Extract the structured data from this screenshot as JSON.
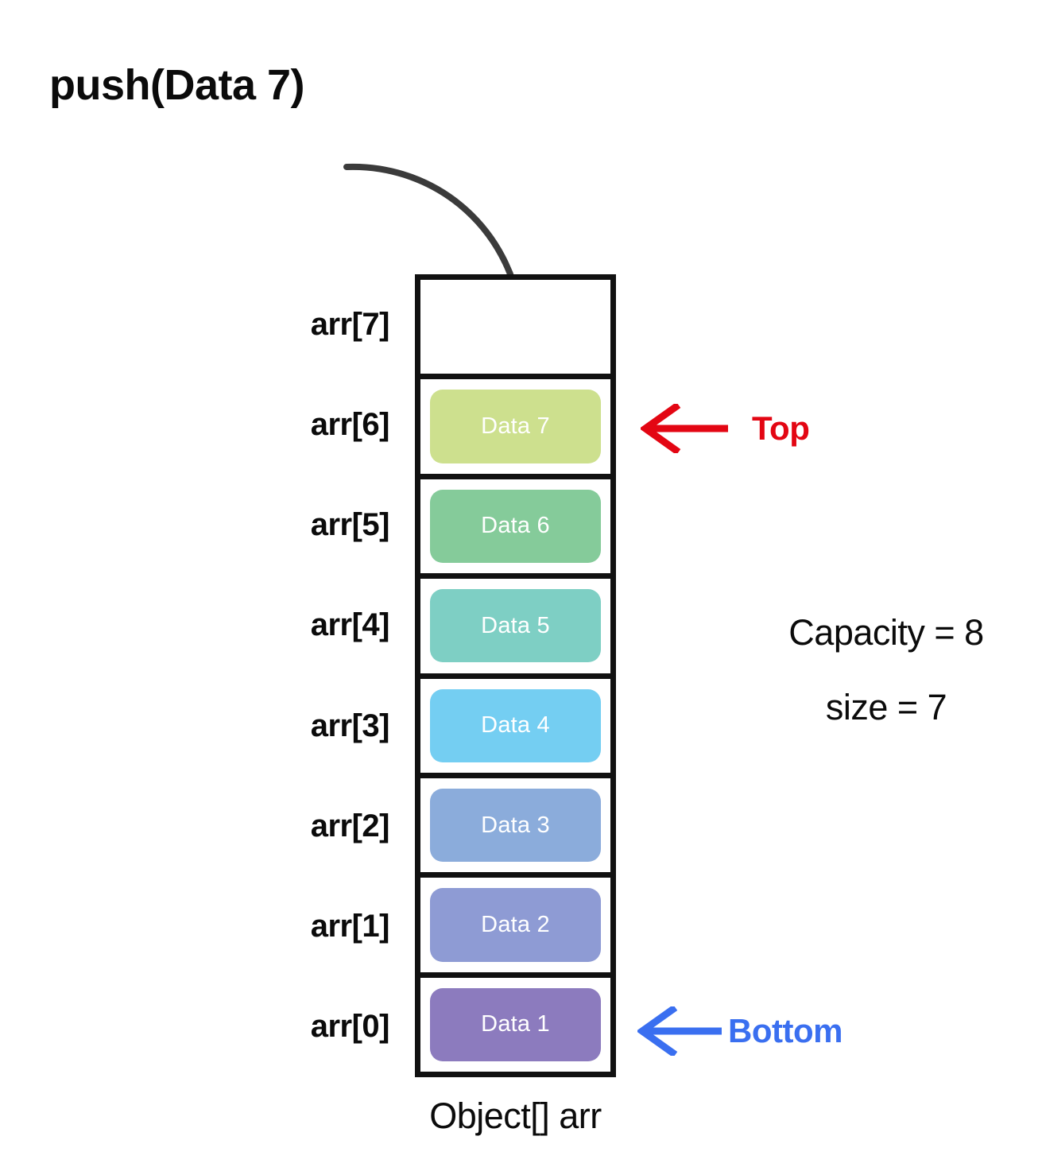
{
  "title": "push(Data 7)",
  "array": {
    "caption": "Object[] arr",
    "border_color": "#111111",
    "cells": [
      {
        "index_label": "arr[7]",
        "value": "",
        "color": "",
        "empty": true
      },
      {
        "index_label": "arr[6]",
        "value": "Data 7",
        "color": "#CDE08E",
        "empty": false
      },
      {
        "index_label": "arr[5]",
        "value": "Data 6",
        "color": "#85CB9A",
        "empty": false
      },
      {
        "index_label": "arr[4]",
        "value": "Data 5",
        "color": "#7ECFC4",
        "empty": false
      },
      {
        "index_label": "arr[3]",
        "value": "Data 4",
        "color": "#74CEF2",
        "empty": false
      },
      {
        "index_label": "arr[2]",
        "value": "Data 3",
        "color": "#8BACDB",
        "empty": false
      },
      {
        "index_label": "arr[1]",
        "value": "Data 2",
        "color": "#8E9BD4",
        "empty": false
      },
      {
        "index_label": "arr[0]",
        "value": "Data 1",
        "color": "#8C7BBE",
        "empty": false
      }
    ]
  },
  "pointers": {
    "top": {
      "label": "Top",
      "color": "#e30613"
    },
    "bottom": {
      "label": "Bottom",
      "color": "#3a6ff0"
    }
  },
  "stats": [
    {
      "text": "Capacity = 8"
    },
    {
      "text": "size = 7"
    }
  ],
  "push_arrow": {
    "color": "#3b3b3b"
  }
}
